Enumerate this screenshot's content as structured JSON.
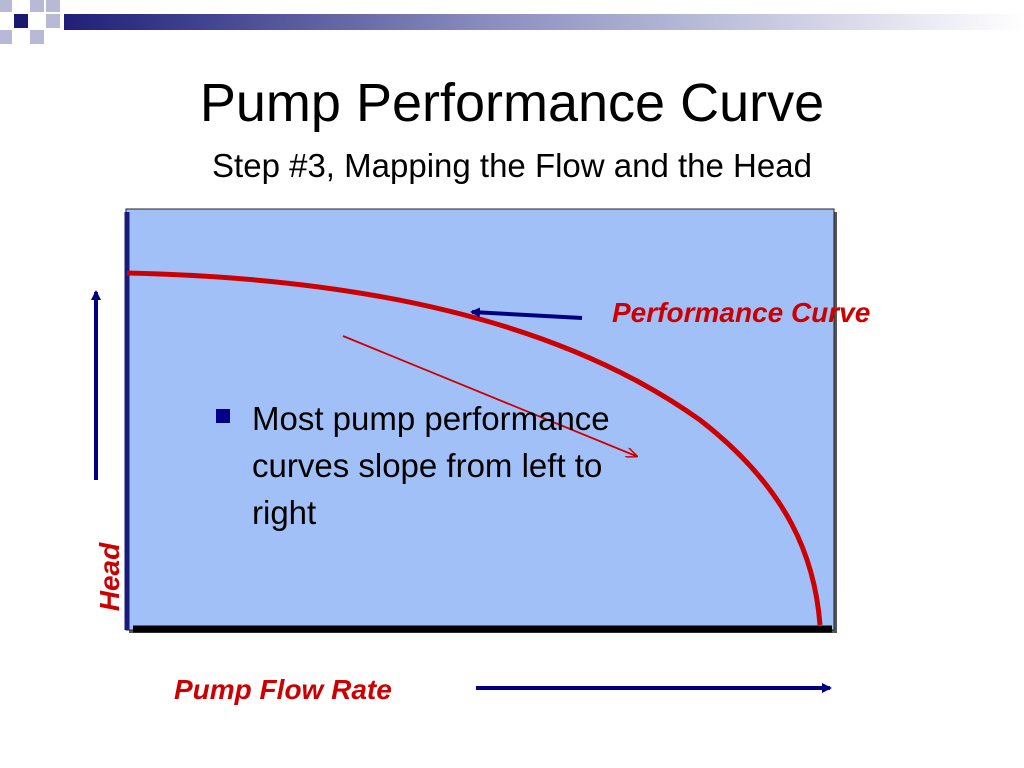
{
  "slide": {
    "title": "Pump Performance Curve",
    "subtitle": "Step #3, Mapping the Flow and the Head"
  },
  "diagram": {
    "performance_curve_label": "Performance Curve",
    "head_label": "Head",
    "flow_label": "Pump Flow Rate",
    "bullet_text": "Most pump performance curves slope from left to right"
  },
  "colors": {
    "plot_fill": "#a2c0f8",
    "curve": "#cc0000",
    "arrows": "#000080",
    "axis": "#000000",
    "logo_navy": "#1a1a6e",
    "logo_gray": "#b7b9d6"
  }
}
